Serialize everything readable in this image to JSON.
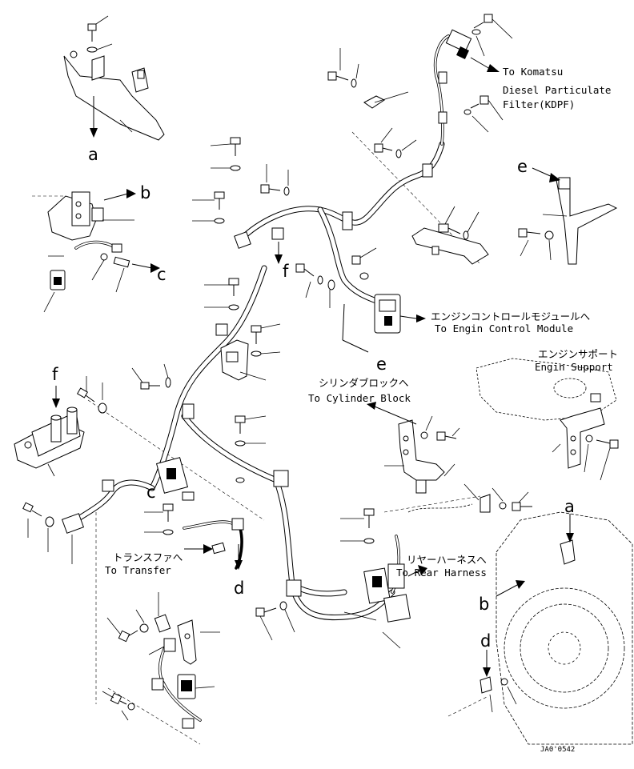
{
  "callouts": {
    "a_top": "a",
    "b_left": "b",
    "c_left": "c",
    "e_right": "e",
    "f_mid": "f",
    "e_mid": "e",
    "f_left": "f",
    "c_mid": "c",
    "d_mid": "d",
    "a_engine": "a",
    "b_engine": "b",
    "d_engine": "d"
  },
  "labels": {
    "kdpf_line1": "To Komatsu",
    "kdpf_line2": "Diesel Particulate",
    "kdpf_line3": "Filter(KDPF)",
    "ecm_jp": "エンジンコントロールモジュールへ",
    "ecm_en": "To Engin Control Module",
    "support_jp": "エンジンサポート",
    "support_en": "Engin Support",
    "cyl_jp": "シリンダブロックへ",
    "cyl_en": "To Cylinder Block",
    "transfer_jp": "トランスファへ",
    "transfer_en": "To Transfer",
    "rear_jp": "リヤーハーネスへ",
    "rear_en": "To Rear Harness"
  },
  "drawing_code": "JA0'0542",
  "icons": [
    "bolt-icon",
    "washer-icon",
    "connector-icon",
    "bracket-icon",
    "clamp-icon",
    "arrow-icon"
  ]
}
